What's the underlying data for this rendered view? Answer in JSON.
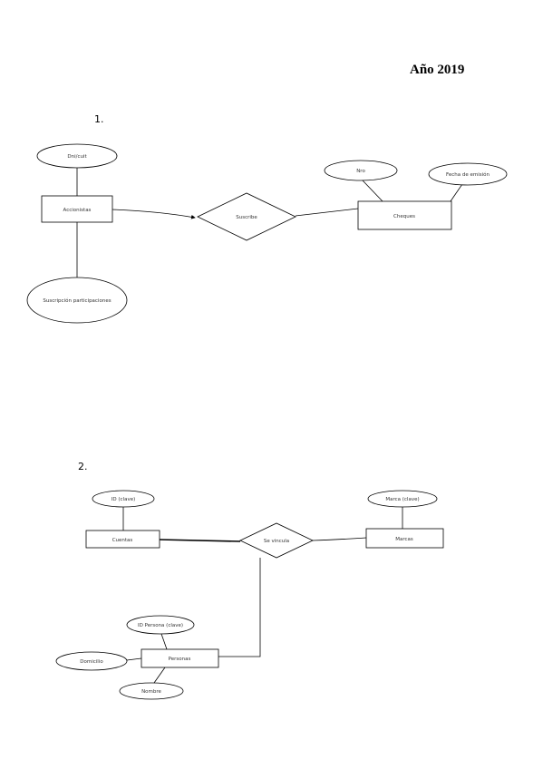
{
  "header": {
    "year": "Año 2019"
  },
  "sections": [
    {
      "number": "1."
    },
    {
      "number": "2."
    }
  ],
  "diagram1": {
    "entity_left": "Accionistas",
    "attr_top_left": "Dni/cuit",
    "attr_bottom_left": "Suscripción participaciones",
    "relationship": "Suscribe",
    "entity_right": "Cheques",
    "attr_right_1": "Nro",
    "attr_right_2": "Fecha de emisión"
  },
  "diagram2": {
    "entity_left": "Cuentas",
    "attr_left": "ID (clave)",
    "relationship": "Se vincula",
    "entity_right": "Marcas",
    "attr_right": "Marca (clave)",
    "entity_bottom": "Personas",
    "attr_bottom_top": "ID Persona (clave)",
    "attr_bottom_left": "Domicilio",
    "attr_bottom_below": "Nombre"
  },
  "colors": {
    "line": "#000000",
    "border": "#000000",
    "background": "#ffffff"
  }
}
